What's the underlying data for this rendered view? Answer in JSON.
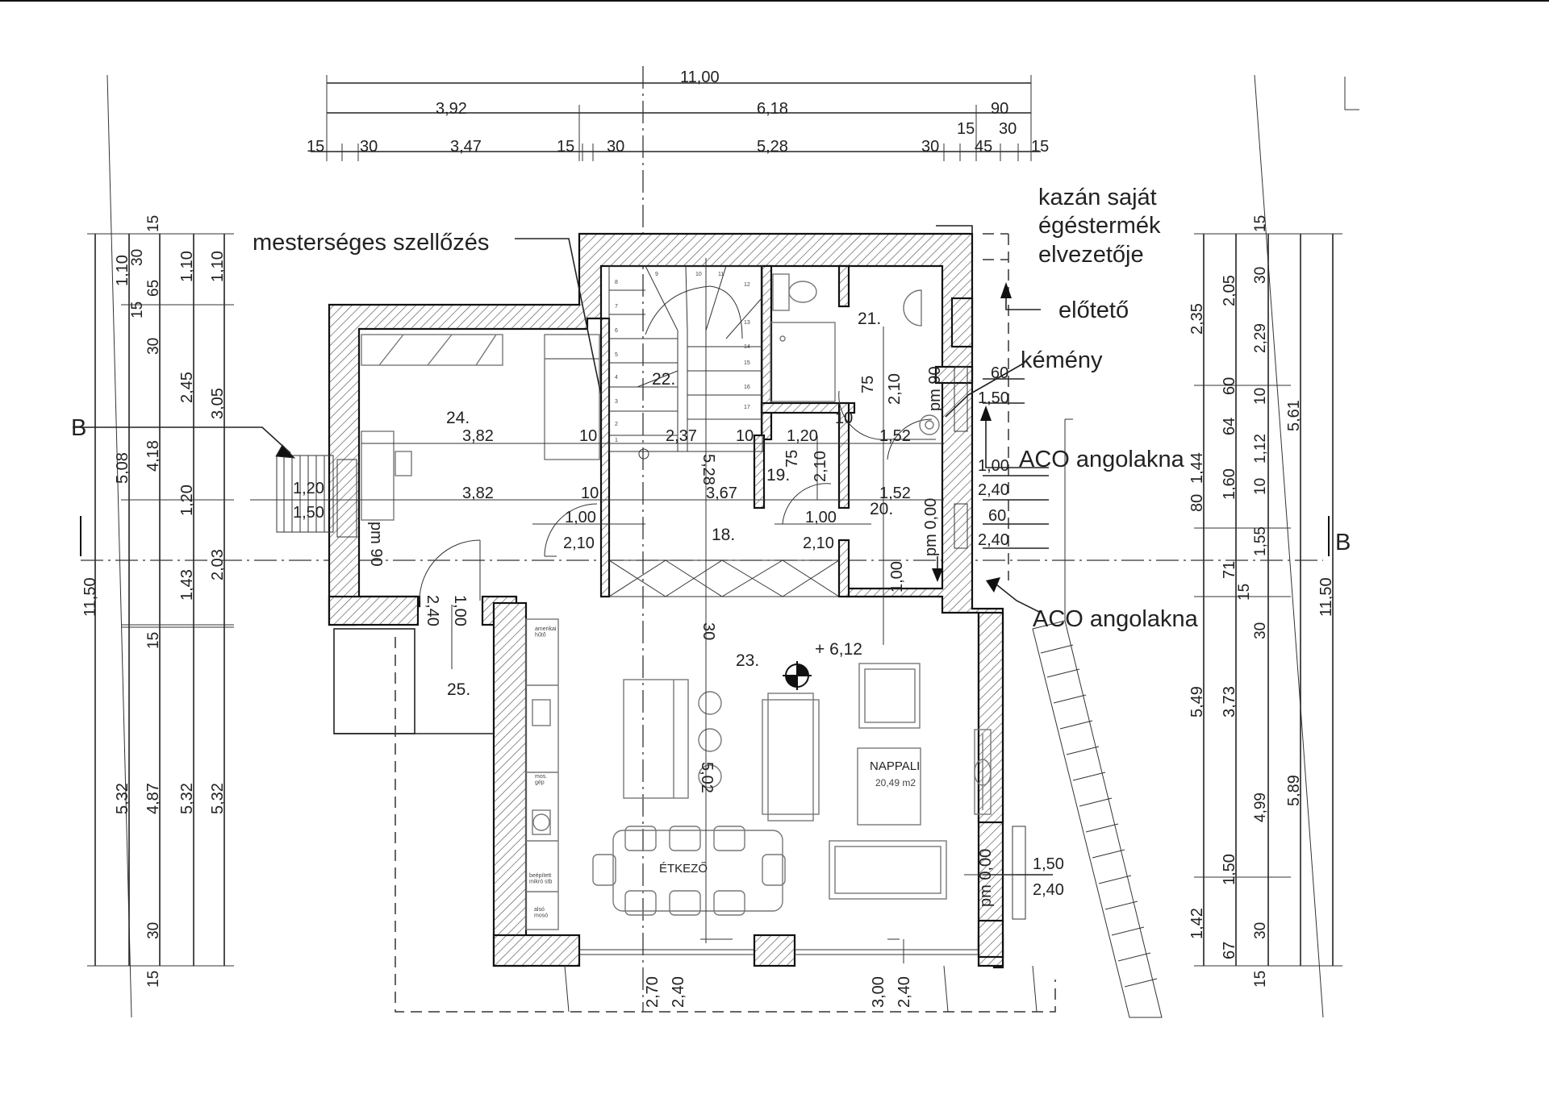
{
  "diagram": {
    "top_dims": {
      "row1": [
        "11,00"
      ],
      "row2": [
        "3,92",
        "6,18",
        "90"
      ],
      "row3": [
        "15",
        "30",
        "3,47",
        "15",
        "30",
        "5,28",
        "30",
        "45",
        "15",
        "15",
        "30"
      ]
    },
    "left_dims": {
      "col1": [
        "5,08",
        "11,50",
        "5,32"
      ],
      "col2": [
        "1,10",
        "4,18",
        "4,87"
      ],
      "col3": [
        "15",
        "30",
        "65",
        "15",
        "30",
        "15",
        "30",
        "15"
      ],
      "col4": [
        "1,10",
        "2,45",
        "1,20",
        "1,43",
        "5,32"
      ],
      "col5": [
        "1,10",
        "3,05",
        "2,03",
        "5,32"
      ]
    },
    "right_dims": {
      "col1": [
        "2,35",
        "1,44",
        "80",
        "5,49",
        "1,42"
      ],
      "col2": [
        "2,05",
        "60",
        "64",
        "1,60",
        "71",
        "3,73",
        "1,50",
        "67"
      ],
      "col3": [
        "15",
        "30",
        "2,29",
        "10",
        "1,12",
        "10",
        "1,55",
        "15",
        "30",
        "4,99",
        "30",
        "15"
      ],
      "col4": [
        "5,61",
        "11,50",
        "5,89"
      ]
    },
    "annotations": {
      "ventilation": "mesterséges szellőzés",
      "flue_1": "kazán saját",
      "flue_2": "égéstermék",
      "flue_3": "elvezetője",
      "canopy": "előtető",
      "chimney": "kémény",
      "aco_1": "ACO angolakna",
      "aco_2": "ACO angolakna",
      "axis_b": "B",
      "axis_left": "B"
    },
    "rooms": {
      "r24": "24.",
      "r22": "22.",
      "r21": "21.",
      "r19": "19.",
      "r20": "20.",
      "r18": "18.",
      "r23": "23.",
      "r25": "25.",
      "level": "+ 6,12",
      "living": "NAPPALI",
      "living_area": "20,49 m2",
      "dining": "ÉTKEZŐ"
    },
    "inner_dims": [
      "3,82",
      "10",
      "2,37",
      "10",
      "1,20",
      "10",
      "1,52",
      "3,82",
      "10",
      "3,67",
      "1,52",
      "1,00",
      "2,10",
      "1,00",
      "2,10",
      "75",
      "2,10",
      "75",
      "2,10",
      "1,00",
      "1,20",
      "1,50",
      "pm 90",
      "2,40",
      "1,00",
      "5,28",
      "5,02",
      "30",
      "60",
      "1,50",
      "pm 90",
      "1,00",
      "2,40",
      "60",
      "2,40",
      "pm 0,00",
      "1,50",
      "2,40",
      "pm 0,00",
      "2,70",
      "2,40",
      "3,00",
      "2,40"
    ],
    "stair_numbers": [
      "1",
      "2",
      "3",
      "4",
      "5",
      "6",
      "7",
      "8",
      "9",
      "10",
      "11",
      "12",
      "13",
      "14",
      "15",
      "16",
      "17"
    ],
    "kitchen_labels": {
      "k1": "amerikai\nhűtő",
      "k2": "mos.\ngép",
      "k3": "beépített\nmikró stb",
      "k4": "alsó\nmosó"
    }
  }
}
